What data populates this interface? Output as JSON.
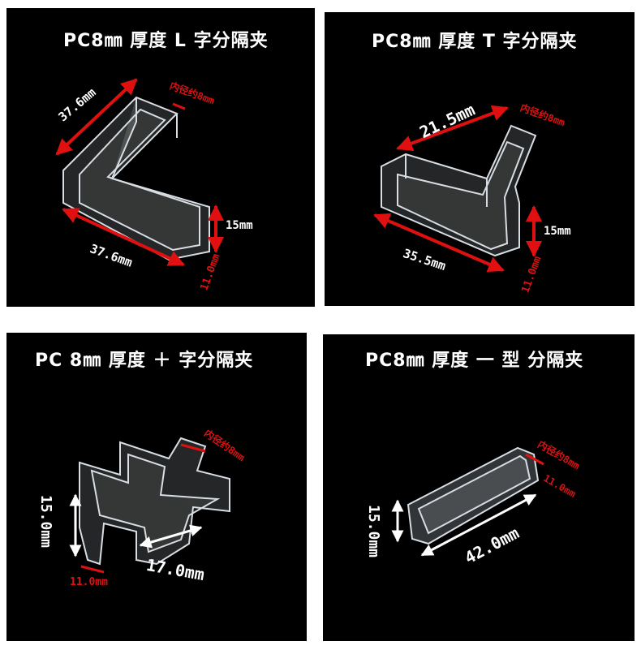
{
  "panels": [
    {
      "title": "PC8㎜ 厚度 L 字分隔夹",
      "labels": {
        "inner": "内径约8mm",
        "top_len": "37.6mm",
        "bottom_len": "37.6mm",
        "height": "15mm",
        "depth": "11.0mm"
      }
    },
    {
      "title": "PC8㎜ 厚度 T 字分隔夹",
      "labels": {
        "inner": "内径约8mm",
        "top_len": "21.5mm",
        "bottom_len": "35.5mm",
        "height": "15mm",
        "depth": "11.0mm"
      }
    },
    {
      "title": "PC 8㎜ 厚度 ＋ 字分隔夹",
      "labels": {
        "inner": "内径约8mm",
        "height": "15.0mm",
        "arm_len": "17.0mm",
        "depth": "11.0mm"
      }
    },
    {
      "title": "PC8㎜ 厚度 一 型 分隔夹",
      "labels": {
        "inner": "内径约8mm",
        "depth": "11.0mm",
        "height": "15.0mm",
        "length": "42.0mm"
      }
    }
  ],
  "colors": {
    "background": "#000000",
    "dimension_red": "#e01010",
    "dimension_white": "#ffffff",
    "plastic": "#c9d2d8"
  }
}
